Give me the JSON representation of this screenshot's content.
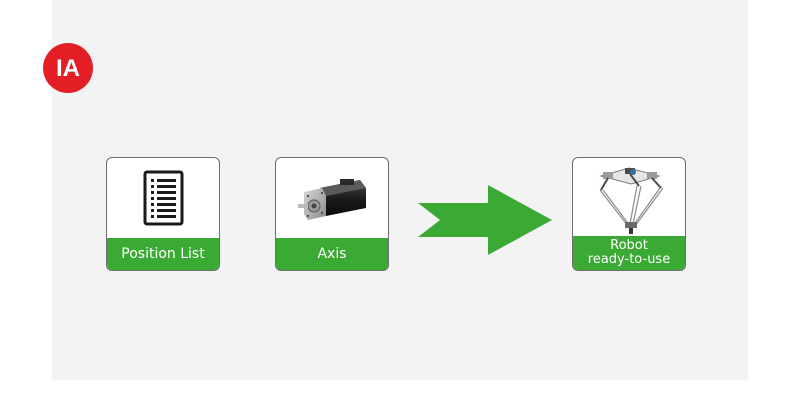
{
  "logo": {
    "text": "IA",
    "color": "#e31e24"
  },
  "steps": [
    {
      "label": "Position List",
      "icon": "list-document-icon"
    },
    {
      "label": "Axis",
      "icon": "servo-motor-icon"
    },
    {
      "label": "Robot\nready-to-use",
      "icon": "delta-robot-icon"
    }
  ],
  "arrow": {
    "icon": "right-arrow-icon",
    "color": "#3aaa35"
  },
  "colors": {
    "accent": "#3aaa35",
    "panel": "#f3f3f3",
    "card_border": "#6e6e6e"
  }
}
